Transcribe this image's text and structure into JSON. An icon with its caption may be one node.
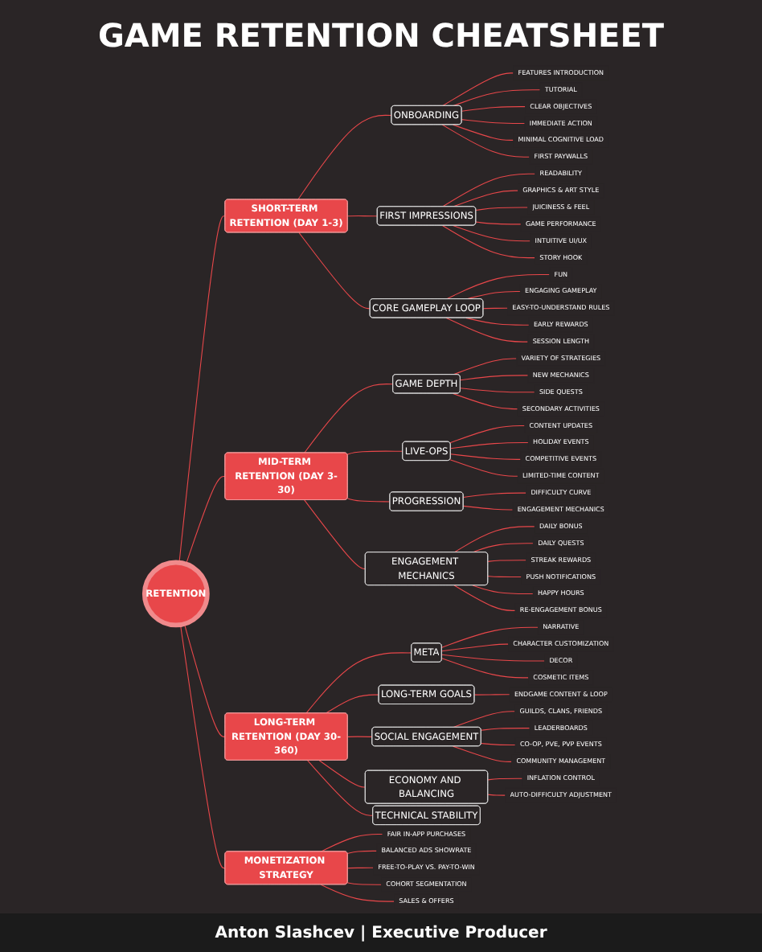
{
  "diagram": {
    "title": "GAME RETENTION CHEATSHEET",
    "nodes": [
      {
        "text": [
          "RETENTION"
        ]
      },
      {
        "text": [
          "SHORT-TERM RETENTION (DAY 1-3)"
        ]
      },
      {
        "text": [
          "ONBOARDING"
        ]
      },
      {
        "text": [
          "FEATURES INTRODUCTION"
        ]
      },
      {
        "text": [
          "TUTORIAL"
        ]
      },
      {
        "text": [
          "CLEAR OBJECTIVES"
        ]
      },
      {
        "text": [
          "IMMEDIATE ACTION"
        ]
      },
      {
        "text": [
          "MINIMAL COGNITIVE LOAD"
        ]
      },
      {
        "text": [
          "FIRST PAYWALLS"
        ]
      },
      {
        "text": [
          "FIRST IMPRESSIONS"
        ]
      },
      {
        "text": [
          "READABILITY"
        ]
      },
      {
        "text": [
          "GRAPHICS & ART STYLE"
        ]
      },
      {
        "text": [
          "JUICINESS & FEEL"
        ]
      },
      {
        "text": [
          "GAME PERFORMANCE"
        ]
      },
      {
        "text": [
          "INTUITIVE UI/UX"
        ]
      },
      {
        "text": [
          "STORY HOOK"
        ]
      },
      {
        "text": [
          "CORE GAMEPLAY LOOP"
        ]
      },
      {
        "text": [
          "FUN"
        ]
      },
      {
        "text": [
          "ENGAGING GAMEPLAY"
        ]
      },
      {
        "text": [
          "EASY-TO-UNDERSTAND RULES"
        ]
      },
      {
        "text": [
          "EARLY REWARDS"
        ]
      },
      {
        "text": [
          "SESSION LENGTH"
        ]
      },
      {
        "text": [
          "MID-TERM RETENTION (DAY 3-30)"
        ]
      },
      {
        "text": [
          "GAME DEPTH"
        ]
      },
      {
        "text": [
          "VARIETY OF STRATEGIES"
        ]
      },
      {
        "text": [
          "NEW MECHANICS"
        ]
      },
      {
        "text": [
          "SIDE QUESTS"
        ]
      },
      {
        "text": [
          "SECONDARY ACTIVITIES"
        ]
      },
      {
        "text": [
          "LIVE-OPS"
        ]
      },
      {
        "text": [
          "CONTENT UPDATES"
        ]
      },
      {
        "text": [
          "HOLIDAY EVENTS"
        ]
      },
      {
        "text": [
          "COMPETITIVE EVENTS"
        ]
      },
      {
        "text": [
          "LIMITED-TIME CONTENT"
        ]
      },
      {
        "text": [
          "PROGRESSION"
        ]
      },
      {
        "text": [
          "DIFFICULTY CURVE"
        ]
      },
      {
        "text": [
          "ENGAGEMENT MECHANICS"
        ]
      },
      {
        "text": [
          "ENGAGEMENT MECHANICS"
        ]
      },
      {
        "text": [
          "DAILY BONUS"
        ]
      },
      {
        "text": [
          "DAILY QUESTS"
        ]
      },
      {
        "text": [
          "STREAK REWARDS"
        ]
      },
      {
        "text": [
          "PUSH NOTIFICATIONS"
        ]
      },
      {
        "text": [
          "HAPPY HOURS"
        ]
      },
      {
        "text": [
          "RE-ENGAGEMENT BONUS"
        ]
      },
      {
        "text": [
          "LONG-TERM RETENTION (DAY 30-360)"
        ]
      },
      {
        "text": [
          "META"
        ]
      },
      {
        "text": [
          "NARRATIVE"
        ]
      },
      {
        "text": [
          "CHARACTER CUSTOMIZATION"
        ]
      },
      {
        "text": [
          "DECOR"
        ]
      },
      {
        "text": [
          "COSMETIC ITEMS"
        ]
      },
      {
        "text": [
          "LONG-TERM GOALS"
        ]
      },
      {
        "text": [
          "ENDGAME CONTENT & LOOP"
        ]
      },
      {
        "text": [
          "SOCIAL ENGAGEMENT"
        ]
      },
      {
        "text": [
          "GUILDS, CLANS, FRIENDS"
        ]
      },
      {
        "text": [
          "LEADERBOARDS"
        ]
      },
      {
        "text": [
          "CO-OP, PVE, PVP EVENTS"
        ]
      },
      {
        "text": [
          "COMMUNITY MANAGEMENT"
        ]
      },
      {
        "text": [
          "ECONOMY AND BALANCING"
        ]
      },
      {
        "text": [
          "INFLATION CONTROL"
        ]
      },
      {
        "text": [
          "AUTO-DIFFICULTY ADJUSTMENT"
        ]
      },
      {
        "text": [
          "TECHNICAL STABILITY"
        ]
      },
      {
        "text": [
          "MONETIZATION STRATEGY"
        ]
      },
      {
        "text": [
          "FAIR IN-APP PURCHASES"
        ]
      },
      {
        "text": [
          "BALANCED ADS SHOWRATE"
        ]
      },
      {
        "text": [
          "FREE-TO-PLAY VS. PAY-TO-WIN"
        ]
      },
      {
        "text": [
          "COHORT SEGMENTATION"
        ]
      },
      {
        "text": [
          "SALES & OFFERS"
        ]
      }
    ],
    "edges": [
      {
        "from": 0,
        "to": 1,
        "arrow": "none"
      },
      {
        "from": 0,
        "to": 22,
        "arrow": "none"
      },
      {
        "from": 0,
        "to": 43,
        "arrow": "none"
      },
      {
        "from": 0,
        "to": 60,
        "arrow": "none"
      },
      {
        "from": 1,
        "to": 2,
        "arrow": "none"
      },
      {
        "from": 1,
        "to": 9,
        "arrow": "none"
      },
      {
        "from": 1,
        "to": 16,
        "arrow": "none"
      },
      {
        "from": 2,
        "to": 3,
        "arrow": "none"
      },
      {
        "from": 2,
        "to": 4,
        "arrow": "none"
      },
      {
        "from": 2,
        "to": 5,
        "arrow": "none"
      },
      {
        "from": 2,
        "to": 6,
        "arrow": "none"
      },
      {
        "from": 2,
        "to": 7,
        "arrow": "none"
      },
      {
        "from": 2,
        "to": 8,
        "arrow": "none"
      },
      {
        "from": 9,
        "to": 10,
        "arrow": "none"
      },
      {
        "from": 9,
        "to": 11,
        "arrow": "none"
      },
      {
        "from": 9,
        "to": 12,
        "arrow": "none"
      },
      {
        "from": 9,
        "to": 13,
        "arrow": "none"
      },
      {
        "from": 9,
        "to": 14,
        "arrow": "none"
      },
      {
        "from": 9,
        "to": 15,
        "arrow": "none"
      },
      {
        "from": 16,
        "to": 17,
        "arrow": "none"
      },
      {
        "from": 16,
        "to": 18,
        "arrow": "none"
      },
      {
        "from": 16,
        "to": 19,
        "arrow": "none"
      },
      {
        "from": 16,
        "to": 20,
        "arrow": "none"
      },
      {
        "from": 16,
        "to": 21,
        "arrow": "none"
      },
      {
        "from": 22,
        "to": 23,
        "arrow": "none"
      },
      {
        "from": 22,
        "to": 28,
        "arrow": "none"
      },
      {
        "from": 22,
        "to": 33,
        "arrow": "none"
      },
      {
        "from": 22,
        "to": 36,
        "arrow": "none"
      },
      {
        "from": 23,
        "to": 24,
        "arrow": "none"
      },
      {
        "from": 23,
        "to": 25,
        "arrow": "none"
      },
      {
        "from": 23,
        "to": 26,
        "arrow": "none"
      },
      {
        "from": 23,
        "to": 27,
        "arrow": "none"
      },
      {
        "from": 28,
        "to": 29,
        "arrow": "none"
      },
      {
        "from": 28,
        "to": 30,
        "arrow": "none"
      },
      {
        "from": 28,
        "to": 31,
        "arrow": "none"
      },
      {
        "from": 28,
        "to": 32,
        "arrow": "none"
      },
      {
        "from": 33,
        "to": 34,
        "arrow": "none"
      },
      {
        "from": 33,
        "to": 35,
        "arrow": "none"
      },
      {
        "from": 36,
        "to": 37,
        "arrow": "none"
      },
      {
        "from": 36,
        "to": 38,
        "arrow": "none"
      },
      {
        "from": 36,
        "to": 39,
        "arrow": "none"
      },
      {
        "from": 36,
        "to": 40,
        "arrow": "none"
      },
      {
        "from": 36,
        "to": 41,
        "arrow": "none"
      },
      {
        "from": 36,
        "to": 42,
        "arrow": "none"
      },
      {
        "from": 43,
        "to": 44,
        "arrow": "none"
      },
      {
        "from": 43,
        "to": 49,
        "arrow": "none"
      },
      {
        "from": 43,
        "to": 51,
        "arrow": "none"
      },
      {
        "from": 43,
        "to": 56,
        "arrow": "none"
      },
      {
        "from": 43,
        "to": 59,
        "arrow": "none"
      },
      {
        "from": 44,
        "to": 45,
        "arrow": "none"
      },
      {
        "from": 44,
        "to": 46,
        "arrow": "none"
      },
      {
        "from": 44,
        "to": 47,
        "arrow": "none"
      },
      {
        "from": 44,
        "to": 48,
        "arrow": "none"
      },
      {
        "from": 49,
        "to": 50,
        "arrow": "none"
      },
      {
        "from": 51,
        "to": 52,
        "arrow": "none"
      },
      {
        "from": 51,
        "to": 53,
        "arrow": "none"
      },
      {
        "from": 51,
        "to": 54,
        "arrow": "none"
      },
      {
        "from": 51,
        "to": 55,
        "arrow": "none"
      },
      {
        "from": 56,
        "to": 57,
        "arrow": "none"
      },
      {
        "from": 56,
        "to": 58,
        "arrow": "none"
      },
      {
        "from": 60,
        "to": 61,
        "arrow": "none"
      },
      {
        "from": 60,
        "to": 62,
        "arrow": "none"
      },
      {
        "from": 60,
        "to": 63,
        "arrow": "none"
      },
      {
        "from": 60,
        "to": 64,
        "arrow": "none"
      },
      {
        "from": 60,
        "to": 65,
        "arrow": "none"
      }
    ],
    "labels": [
      "Anton Slashcev | Executive Producer"
    ]
  }
}
